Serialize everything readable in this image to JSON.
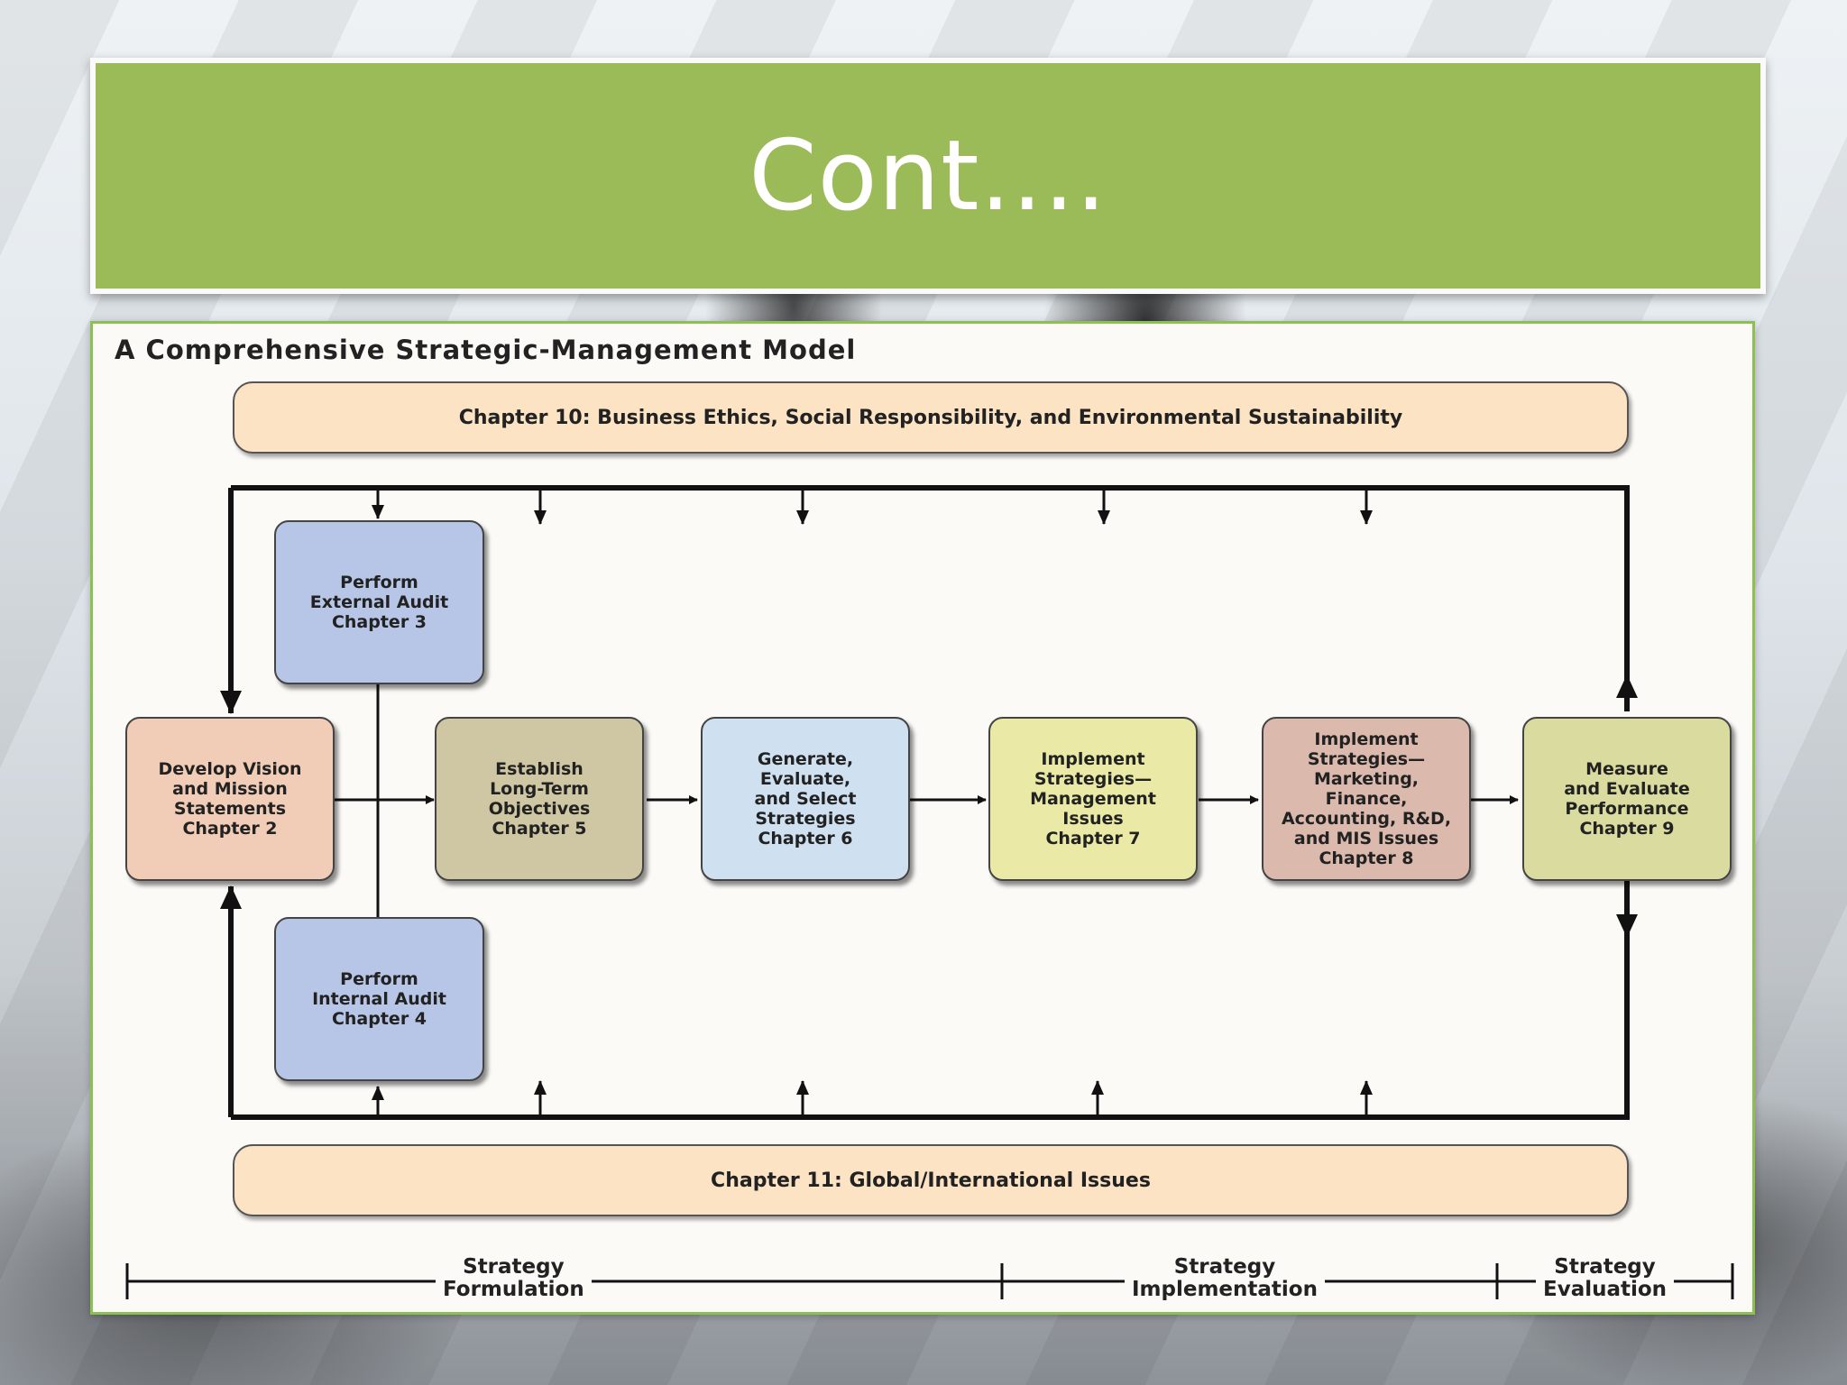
{
  "slide": {
    "title": "Cont...."
  },
  "model": {
    "title": "A Comprehensive Strategic-Management Model",
    "top_band": "Chapter 10: Business Ethics, Social Responsibility, and Environmental Sustainability",
    "bottom_band": "Chapter 11:  Global/International Issues",
    "boxes": {
      "vision": "Develop Vision\nand Mission\nStatements\nChapter 2",
      "external_audit": "Perform\nExternal Audit\nChapter 3",
      "internal_audit": "Perform\nInternal Audit\nChapter 4",
      "objectives": "Establish\nLong-Term\nObjectives\nChapter 5",
      "strategies": "Generate,\nEvaluate,\nand Select\nStrategies\nChapter 6",
      "implement_mgmt": "Implement\nStrategies—\nManagement\nIssues\nChapter 7",
      "implement_mkt": "Implement\nStrategies—\nMarketing,\nFinance,\nAccounting, R&D,\nand MIS Issues\nChapter 8",
      "measure": "Measure\nand Evaluate\nPerformance\nChapter 9"
    },
    "box_colors": {
      "vision": "#f1cdb8",
      "external_audit": "#b7c6e6",
      "internal_audit": "#b7c6e6",
      "objectives": "#cfc6a3",
      "strategies": "#cfe0f1",
      "implement_mgmt": "#eaeaa6",
      "implement_mkt": "#dcb9ad",
      "measure": "#dadb9e"
    },
    "phases": {
      "formulation": "Strategy\nFormulation",
      "implementation": "Strategy\nImplementation",
      "evaluation": "Strategy\nEvaluation"
    }
  }
}
